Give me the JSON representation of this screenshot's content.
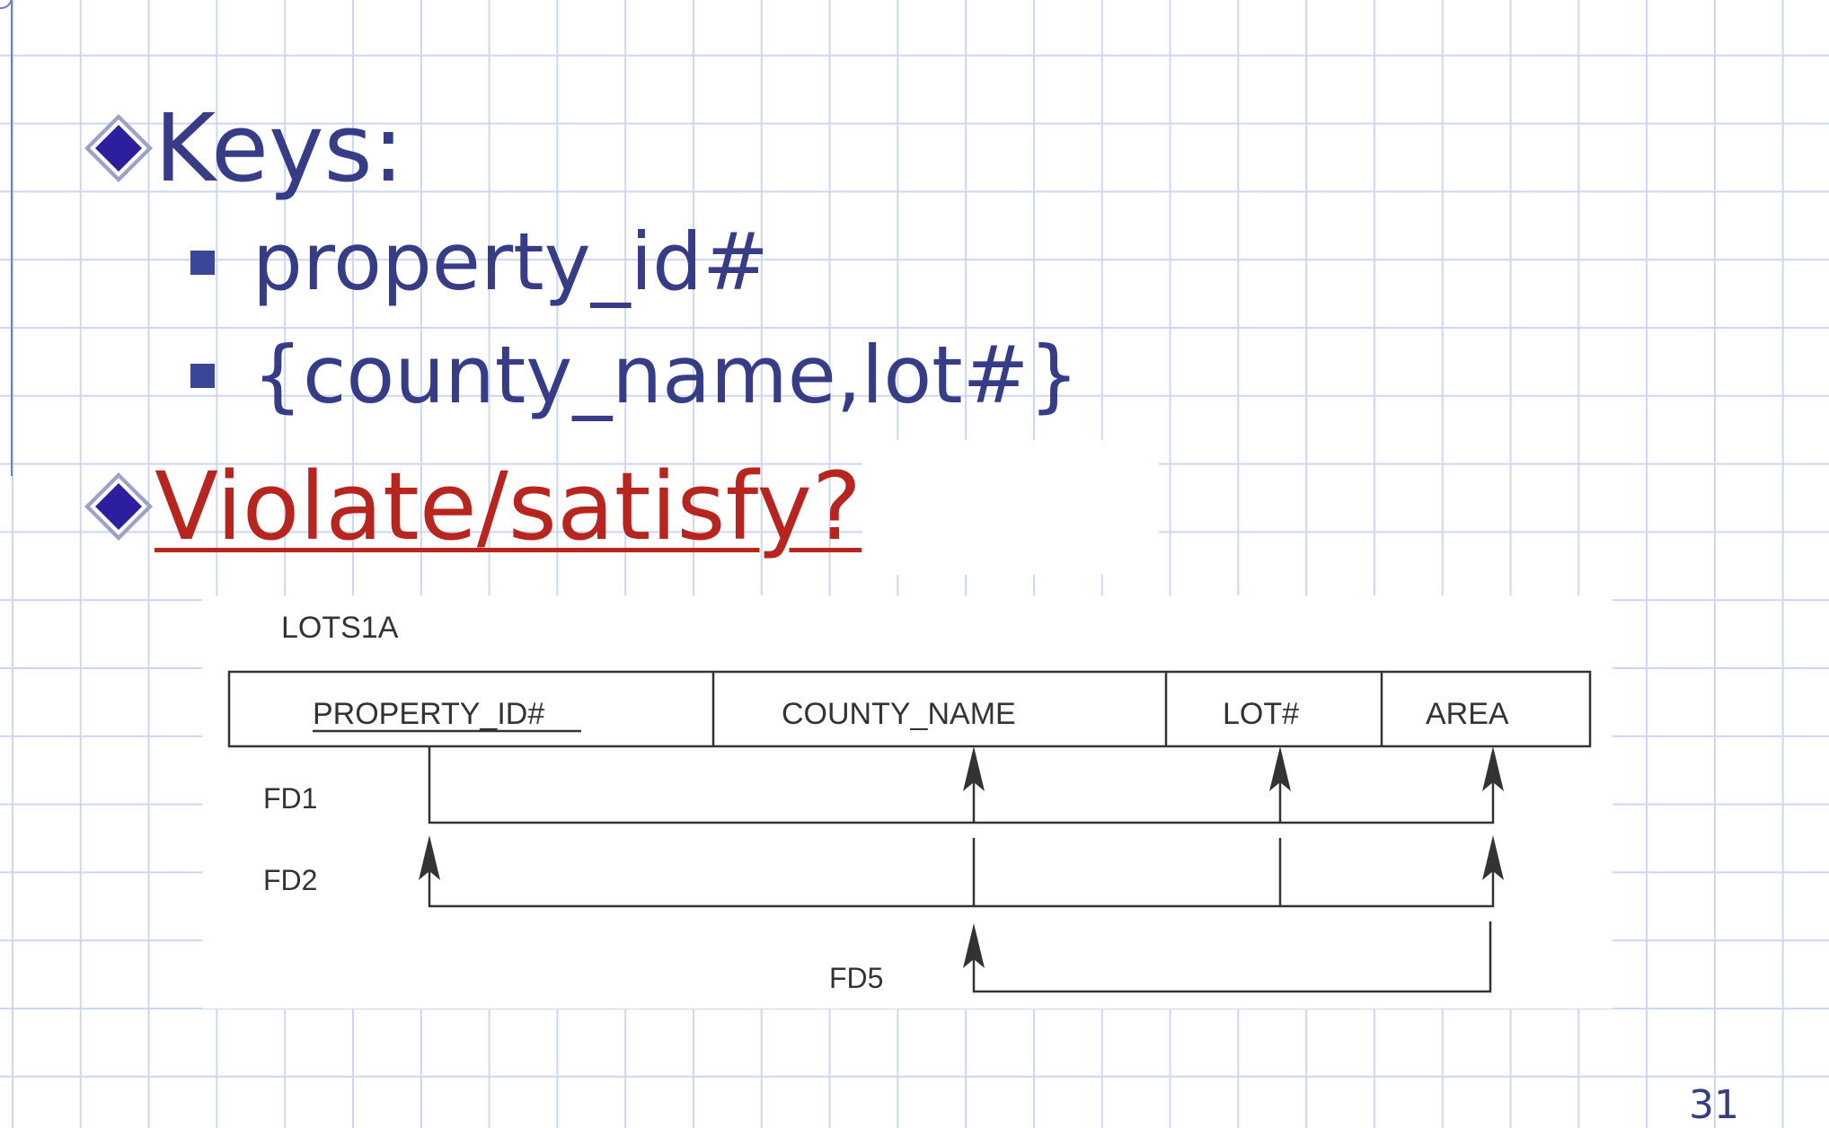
{
  "bullets": [
    {
      "text": "Keys:",
      "icon": "diamond-bullet-icon"
    },
    {
      "text": "Violate/satisfy?",
      "icon": "diamond-bullet-icon",
      "color": "#b8251f"
    }
  ],
  "sub_bullets": [
    {
      "text": "property_id#"
    },
    {
      "text": "{county_name,lot#}"
    }
  ],
  "diagram": {
    "relation_name": "LOTS1A",
    "columns": [
      "PROPERTY_ID#",
      "COUNTY_NAME",
      "LOT#",
      "AREA"
    ],
    "fd_labels": [
      "FD1",
      "FD2",
      "FD5"
    ]
  },
  "page_number": "31",
  "colors": {
    "text": "#373c86",
    "accent": "#b8251f",
    "grid": "#cdd7f2"
  }
}
